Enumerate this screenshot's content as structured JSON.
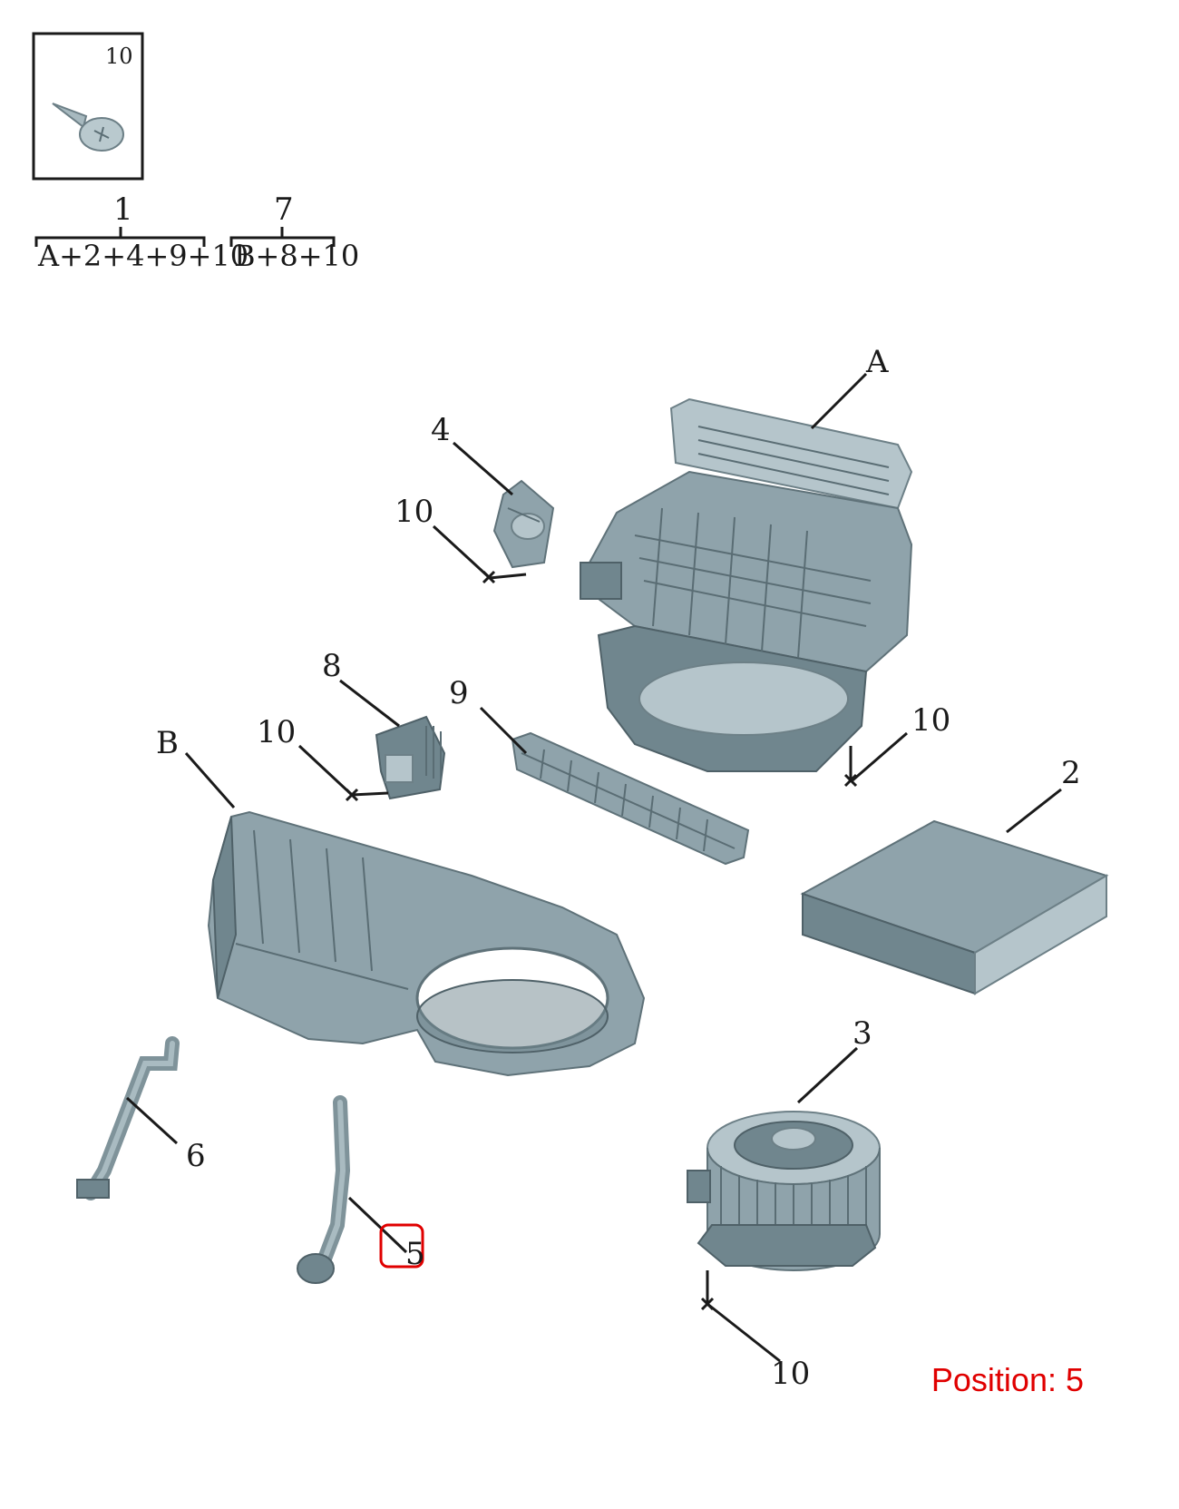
{
  "screw_box": {
    "label": "10"
  },
  "groups": [
    {
      "number": "1",
      "formula": "A+2+4+9+10"
    },
    {
      "number": "7",
      "formula": "B+8+10"
    }
  ],
  "callouts": {
    "A": "A",
    "B": "B",
    "p2": "2",
    "p3": "3",
    "p4": "4",
    "p5": "5",
    "p6": "6",
    "p8": "8",
    "p9": "9",
    "p10a": "10",
    "p10b": "10",
    "p10c": "10",
    "p10d": "10"
  },
  "highlight": {
    "color": "#e00000"
  },
  "position_text": "Position: 5"
}
